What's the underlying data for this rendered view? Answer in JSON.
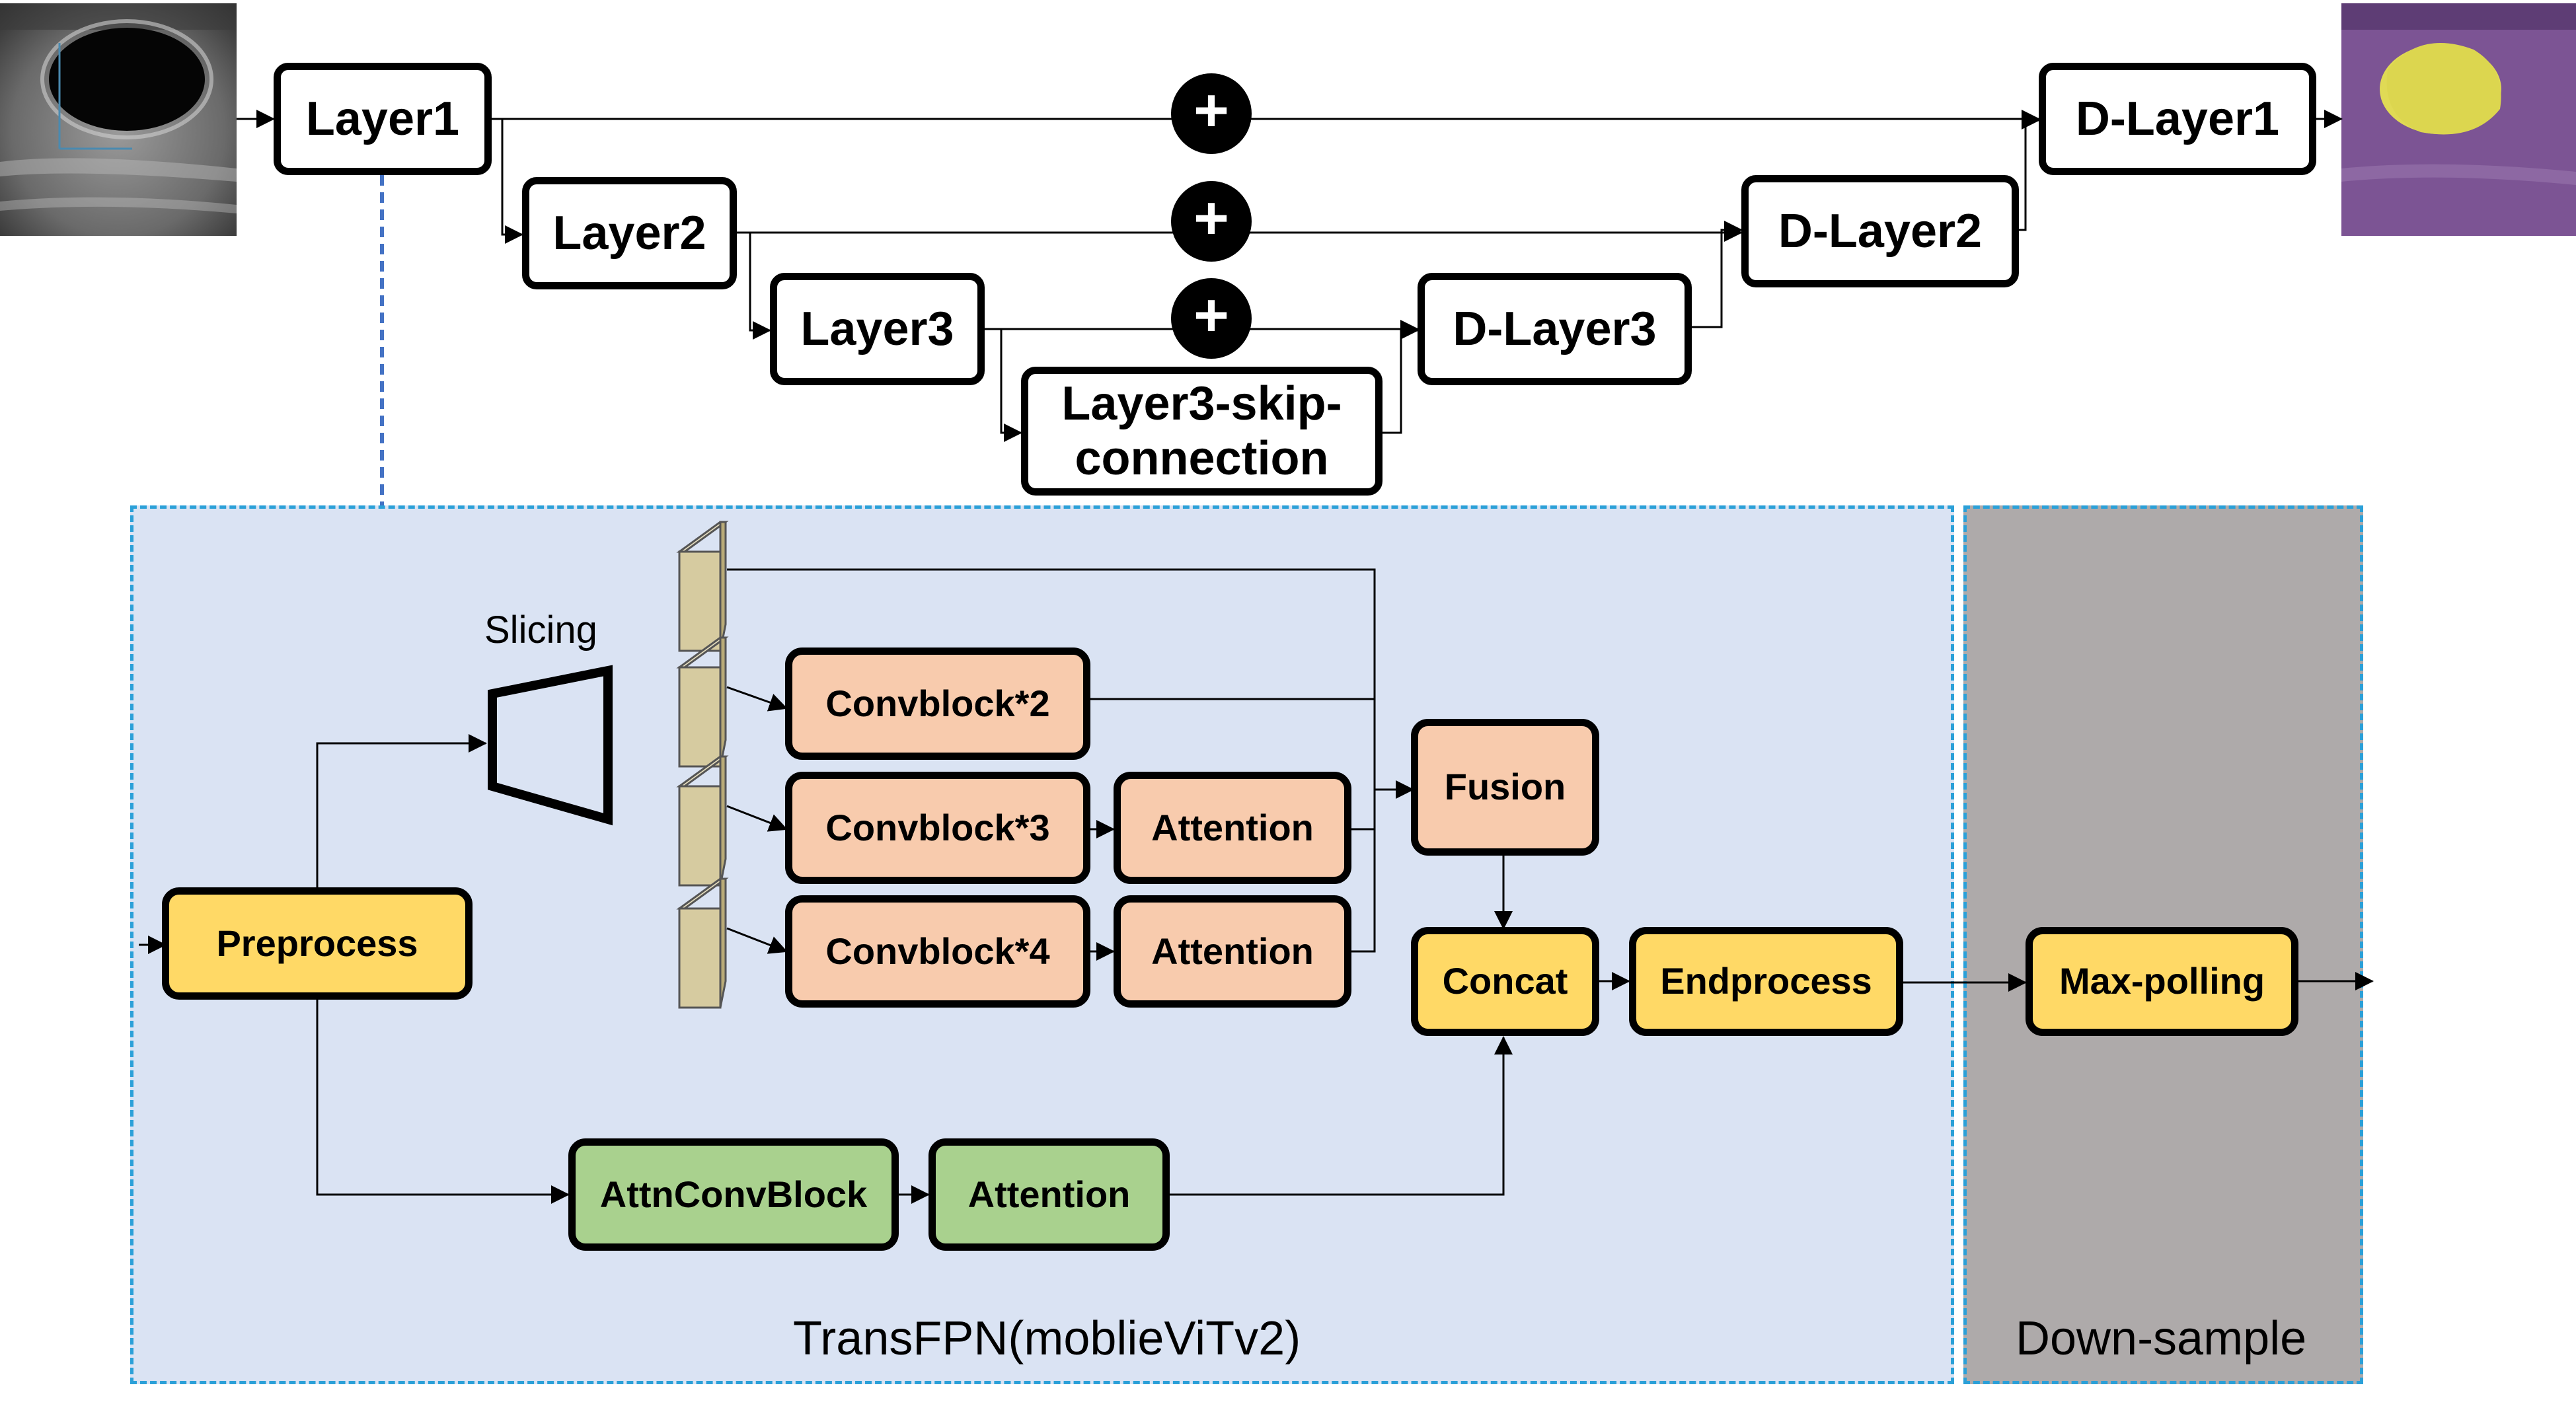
{
  "encoder": {
    "layer1": "Layer1",
    "layer2": "Layer2",
    "layer3": "Layer3",
    "skip_line1": "Layer3-skip-",
    "skip_line2": "connection"
  },
  "decoder": {
    "dlayer1": "D-Layer1",
    "dlayer2": "D-Layer2",
    "dlayer3": "D-Layer3"
  },
  "transfpn": {
    "slicing": "Slicing",
    "preprocess": "Preprocess",
    "convblock2": "Convblock*2",
    "convblock3": "Convblock*3",
    "convblock4": "Convblock*4",
    "attention_a": "Attention",
    "attention_b": "Attention",
    "fusion": "Fusion",
    "concat": "Concat",
    "endprocess": "Endprocess",
    "attnconvblock": "AttnConvBlock",
    "attention_c": "Attention",
    "caption": "TransFPN(moblieViTv2)"
  },
  "downsample": {
    "maxpool": "Max-polling",
    "caption": "Down-sample"
  },
  "add_symbol": "+",
  "colors": {
    "panel_blue": "#dae3f3",
    "panel_gray": "#aeaaaa",
    "dashed_border": "#2ba0d8",
    "orange": "#f8cbad",
    "yellow": "#ffd966",
    "green": "#a9d18e",
    "feature_slice": "#d6cba0"
  }
}
